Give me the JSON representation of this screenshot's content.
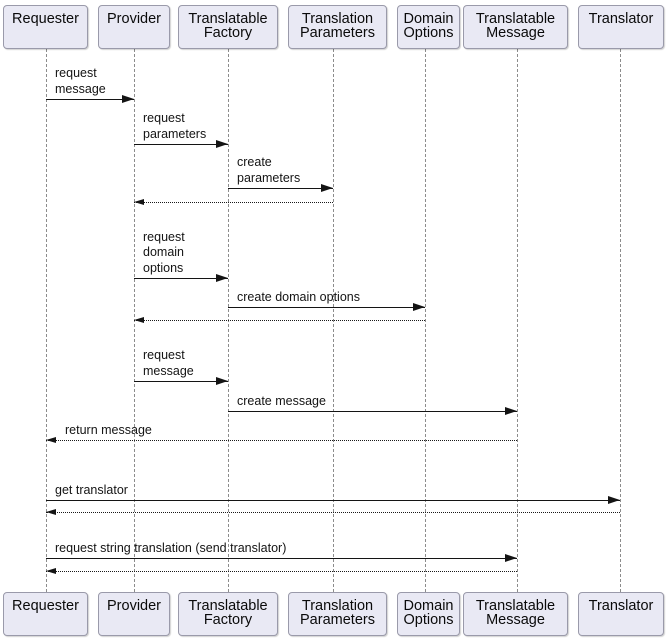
{
  "diagram": {
    "type": "uml-sequence-diagram",
    "participants": [
      {
        "id": "requester",
        "label": "Requester"
      },
      {
        "id": "provider",
        "label": "Provider"
      },
      {
        "id": "translatable-factory",
        "label": "Translatable Factory"
      },
      {
        "id": "translation-parameters",
        "label": "Translation Parameters"
      },
      {
        "id": "domain-options",
        "label": "Domain Options"
      },
      {
        "id": "translatable-message",
        "label": "Translatable Message"
      },
      {
        "id": "translator",
        "label": "Translator"
      }
    ],
    "messages": [
      {
        "label": "request message",
        "from": "requester",
        "to": "provider",
        "type": "solid"
      },
      {
        "label": "request parameters",
        "from": "provider",
        "to": "translatable-factory",
        "type": "solid"
      },
      {
        "label": "create parameters",
        "from": "translatable-factory",
        "to": "translation-parameters",
        "type": "solid"
      },
      {
        "label": "",
        "from": "translation-parameters",
        "to": "provider",
        "type": "return"
      },
      {
        "label": "request domain options",
        "from": "provider",
        "to": "translatable-factory",
        "type": "solid"
      },
      {
        "label": "create domain options",
        "from": "translatable-factory",
        "to": "domain-options",
        "type": "solid"
      },
      {
        "label": "",
        "from": "domain-options",
        "to": "provider",
        "type": "return"
      },
      {
        "label": "request message",
        "from": "provider",
        "to": "translatable-factory",
        "type": "solid"
      },
      {
        "label": "create message",
        "from": "translatable-factory",
        "to": "translatable-message",
        "type": "solid"
      },
      {
        "label": "return message",
        "from": "translatable-message",
        "to": "requester",
        "type": "return"
      },
      {
        "label": "get translator",
        "from": "requester",
        "to": "translator",
        "type": "solid"
      },
      {
        "label": "",
        "from": "translator",
        "to": "requester",
        "type": "return"
      },
      {
        "label": "request string translation (send translator)",
        "from": "requester",
        "to": "translatable-message",
        "type": "solid"
      },
      {
        "label": "",
        "from": "translatable-message",
        "to": "requester",
        "type": "return"
      }
    ],
    "colors": {
      "background": "#ffffff",
      "participant_fill": "#e9e9f4",
      "participant_border": "#9a9aaa",
      "lifeline": "#8c8c8c",
      "message_line": "#141414",
      "text": "#0a0a0a"
    }
  }
}
